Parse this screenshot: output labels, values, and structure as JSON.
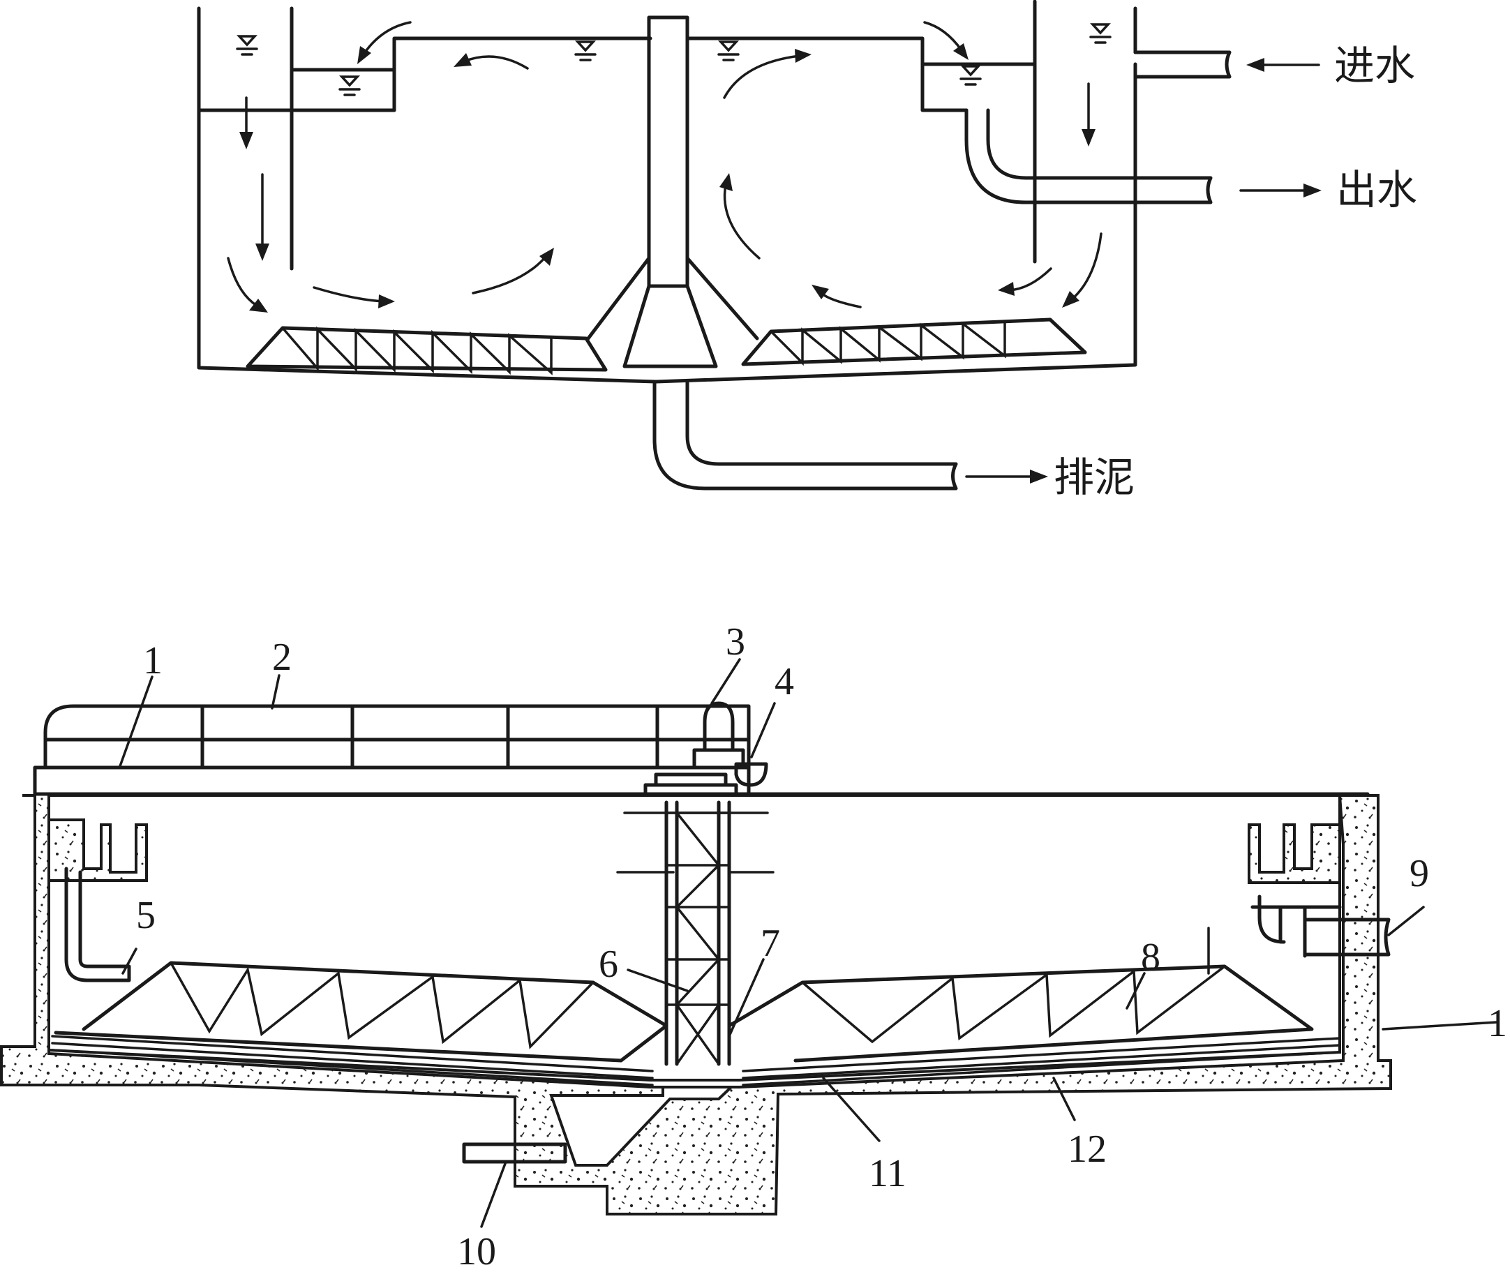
{
  "flow_labels": {
    "inlet": "进水",
    "outlet": "出水",
    "sludge": "排泥"
  },
  "part_numbers": [
    "1",
    "2",
    "3",
    "4",
    "5",
    "6",
    "7",
    "8",
    "9",
    "1",
    "10",
    "11",
    "12"
  ]
}
